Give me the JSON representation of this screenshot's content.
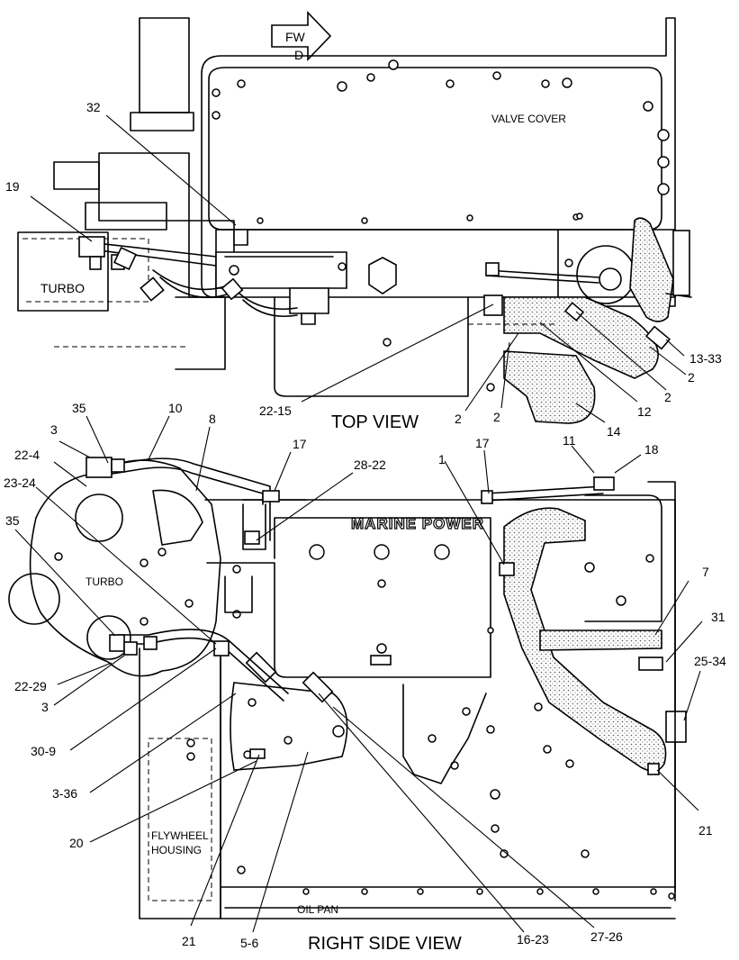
{
  "top_view": {
    "title": "TOP VIEW",
    "fwd_arrow": "FW\nD",
    "labels": {
      "valve_cover": "VALVE COVER",
      "turbo": "TURBO"
    }
  },
  "side_view": {
    "title": "RIGHT SIDE VIEW",
    "labels": {
      "marine_power": "MARINE POWER",
      "turbo": "TURBO",
      "flywheel_housing": "FLYWHEEL\nHOUSING",
      "oil_pan": "OIL PAN"
    }
  },
  "callouts": {
    "c32": "32",
    "c19": "19",
    "c22_15": "22-15",
    "c13_33": "13-33",
    "c2_a": "2",
    "c2_b": "2",
    "c2_c": "2",
    "c2_d": "2",
    "c12": "12",
    "c14": "14",
    "c35_top": "35",
    "c10": "10",
    "c3_top": "3",
    "c8": "8",
    "c22_4": "22-4",
    "c23_24": "23-24",
    "c17_a": "17",
    "c28_22": "28-22",
    "c1": "1",
    "c17_b": "17",
    "c11": "11",
    "c18": "18",
    "c35_side": "35",
    "c7": "7",
    "c31": "31",
    "c25_34": "25-34",
    "c22_29": "22-29",
    "c3_side": "3",
    "c30_9": "30-9",
    "c3_36": "3-36",
    "c20": "20",
    "c21_right": "21",
    "c21_bottom": "21",
    "c5_6": "5-6",
    "c16_23": "16-23",
    "c27_26": "27-26"
  }
}
